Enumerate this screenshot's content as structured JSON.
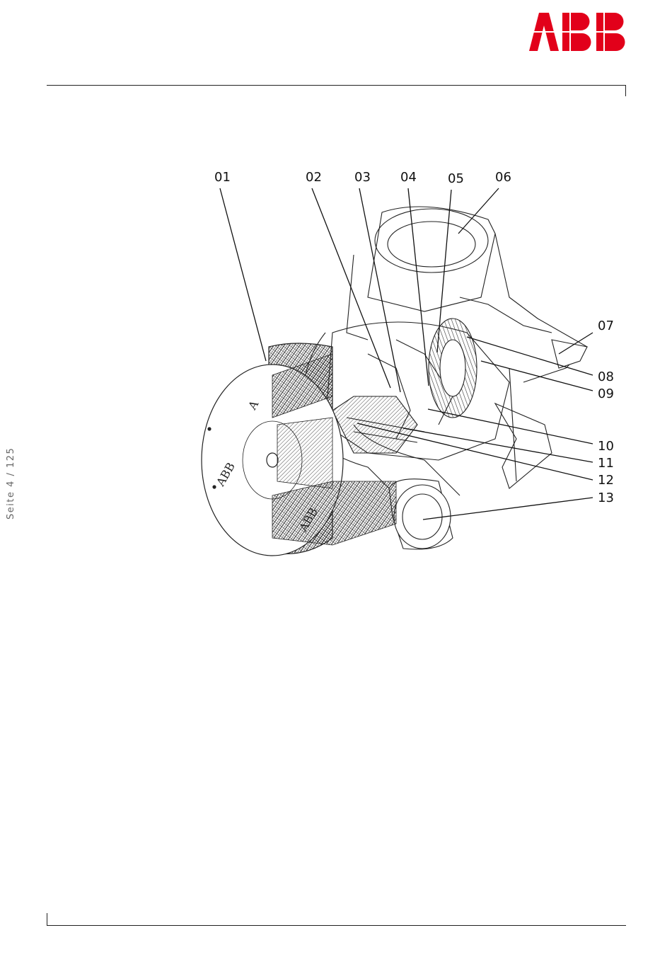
{
  "header": {
    "logo_text": "ABB",
    "brand_color": "#e2001a"
  },
  "sidebar": {
    "page_label": "Seite 4 / 125"
  },
  "figure": {
    "callouts": [
      "01",
      "02",
      "03",
      "04",
      "05",
      "06",
      "07",
      "08",
      "09",
      "10",
      "11",
      "12",
      "13"
    ]
  }
}
